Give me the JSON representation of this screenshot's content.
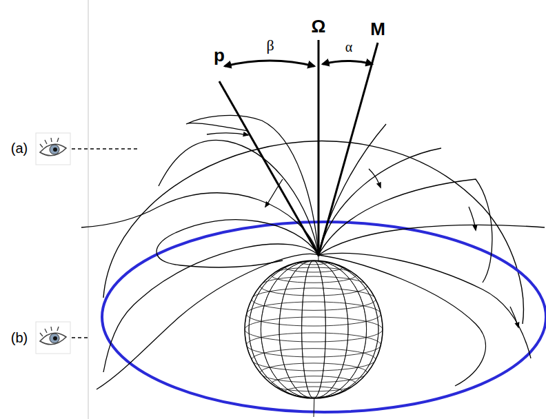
{
  "diagram": {
    "labels": [
      "p",
      "β",
      "Ω",
      "α",
      "M",
      "(a)",
      "(b)"
    ]
  }
}
